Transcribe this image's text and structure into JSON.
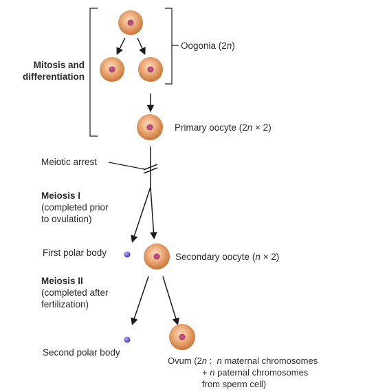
{
  "labels": {
    "mitosis_line1": "Mitosis and",
    "mitosis_line2": "differentiation",
    "oogonia_prefix": "Oogonia (2",
    "oogonia_italic": "n",
    "oogonia_suffix": ")",
    "primary_prefix": "Primary oocyte (2",
    "primary_italic": "n",
    "primary_suffix": " × 2)",
    "meiotic_arrest": "Meiotic arrest",
    "meiosis1_title": "Meiosis I",
    "meiosis1_line2": "(completed prior",
    "meiosis1_line3": "to ovulation)",
    "first_polar_body": "First polar body",
    "secondary_prefix": "Secondary oocyte (",
    "secondary_italic": "n",
    "secondary_suffix": " × 2)",
    "meiosis2_title": "Meiosis II",
    "meiosis2_line2": "(completed after",
    "meiosis2_line3": "fertilization)",
    "second_polar_body": "Second polar body",
    "ovum_prefix": "Ovum (2",
    "ovum_italic1": "n",
    "ovum_mid1": " :  ",
    "ovum_italic2": "n",
    "ovum_mid2": " maternal chromosomes",
    "ovum_line2_prefix": "+ ",
    "ovum_italic3": "n",
    "ovum_line2_suffix": " paternal chromosomes",
    "ovum_line3": "from sperm cell)"
  },
  "colors": {
    "cell_outer": "#d68a4e",
    "cell_inner": "#f4c89d",
    "nucleus": "#b8477a",
    "polar_body": "#6e5bd6",
    "line": "#1a1a1a"
  }
}
